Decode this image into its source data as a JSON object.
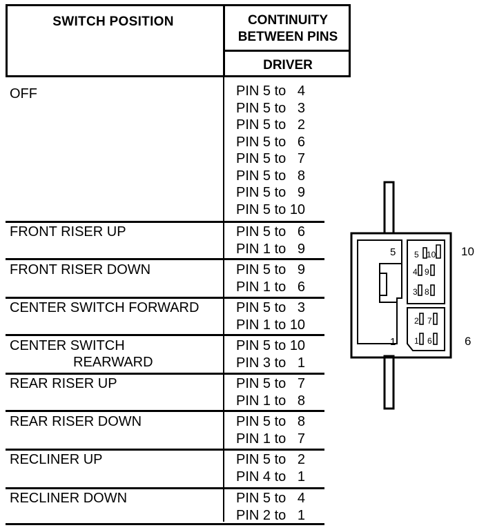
{
  "header": {
    "switch_position": "SWITCH POSITION",
    "continuity_line1": "CONTINUITY",
    "continuity_line2": "BETWEEN PINS",
    "driver": "DRIVER"
  },
  "rows": [
    {
      "position": "OFF",
      "position2": "",
      "pins": [
        "PIN 5 to   4",
        "PIN 5 to   3",
        "PIN 5 to   2",
        "PIN 5 to   6",
        "PIN 5 to   7",
        "PIN 5 to   8",
        "PIN 5 to   9",
        "PIN 5 to 10"
      ]
    },
    {
      "position": "FRONT RISER UP",
      "position2": "",
      "pins": [
        "PIN 5 to   6",
        "PIN 1 to   9"
      ]
    },
    {
      "position": "FRONT RISER DOWN",
      "position2": "",
      "pins": [
        "PIN 5 to   9",
        "PIN 1 to   6"
      ]
    },
    {
      "position": "CENTER SWITCH FORWARD",
      "position2": "",
      "pins": [
        "PIN 5 to   3",
        "PIN 1 to 10"
      ]
    },
    {
      "position": "CENTER SWITCH",
      "position2": "REARWARD",
      "pins": [
        "PIN 5 to 10",
        "PIN 3 to   1"
      ]
    },
    {
      "position": "REAR RISER UP",
      "position2": "",
      "pins": [
        "PIN 5 to   7",
        "PIN 1 to   8"
      ]
    },
    {
      "position": "REAR RISER DOWN",
      "position2": "",
      "pins": [
        "PIN 5 to   8",
        "PIN 1 to   7"
      ]
    },
    {
      "position": "RECLINER UP",
      "position2": "",
      "pins": [
        "PIN 5 to   2",
        "PIN 4 to   1"
      ]
    },
    {
      "position": "RECLINER DOWN",
      "position2": "",
      "pins": [
        "PIN 5 to   4",
        "PIN 2 to   1"
      ]
    }
  ],
  "connector": {
    "pin_labels": [
      "5",
      "10",
      "4",
      "9",
      "3",
      "8",
      "2",
      "7",
      "1",
      "6"
    ],
    "outer_labels": [
      "5",
      "10",
      "1",
      "6"
    ]
  }
}
